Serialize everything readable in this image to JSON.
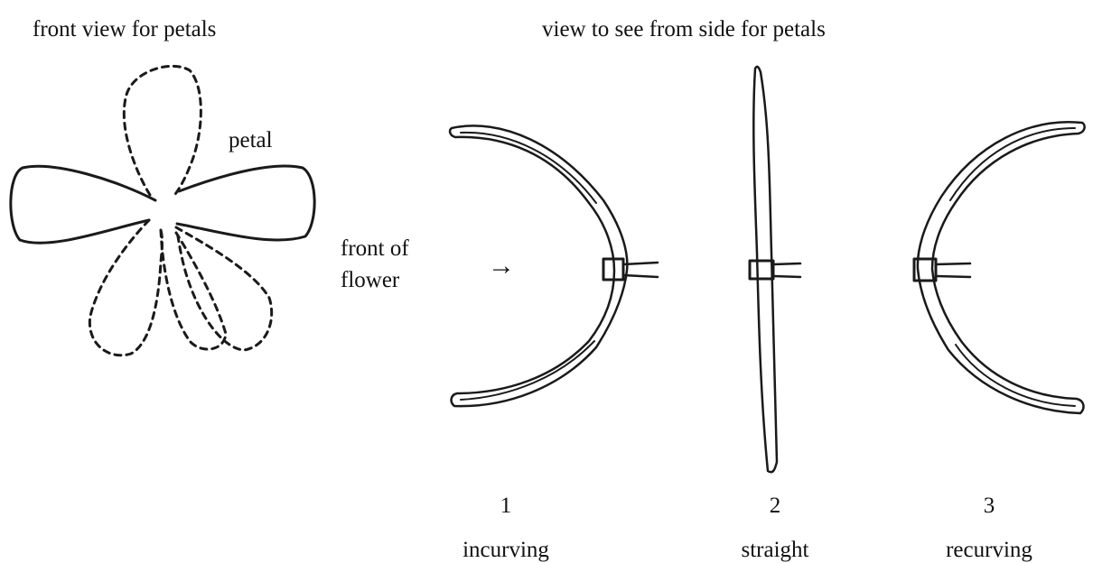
{
  "headings": {
    "front_view": "front view for petals",
    "side_view": "view to see from side for petals"
  },
  "front_diagram": {
    "petal_label": "petal",
    "front_of_flower_line1": "front of",
    "front_of_flower_line2": "flower",
    "arrow": "→"
  },
  "forms": [
    {
      "number": "1",
      "name": "incurving"
    },
    {
      "number": "2",
      "name": "straight"
    },
    {
      "number": "3",
      "name": "recurving"
    }
  ]
}
